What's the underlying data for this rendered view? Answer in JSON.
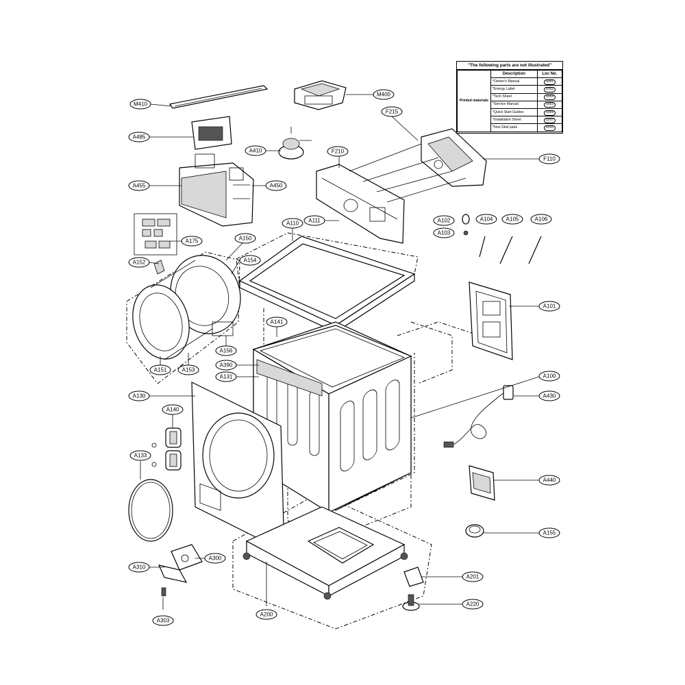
{
  "legend": {
    "title": "\"The following parts are not illustrated\"",
    "col_description": "Description",
    "col_loc": "Loc No.",
    "category": "Printed materials",
    "rows": [
      {
        "desc": "*Owner's Manual",
        "loc": "S001"
      },
      {
        "desc": "*Energy Label",
        "loc": "S002"
      },
      {
        "desc": "*Tech Sheet",
        "loc": "S003"
      },
      {
        "desc": "*Service Manual",
        "loc": "S004"
      },
      {
        "desc": "*Quick Start Guides",
        "loc": "S006"
      },
      {
        "desc": "*Installation Sheet",
        "loc": "S007"
      },
      {
        "desc": "*Non-Skid    pads",
        "loc": "S010"
      }
    ]
  },
  "callouts": {
    "M410": "M410",
    "M400": "M400",
    "A485": "A485",
    "A410": "A410",
    "F215": "F215",
    "F210": "F210",
    "F110": "F110",
    "A455": "A455",
    "A450": "A450",
    "A111": "A111",
    "A110": "A110",
    "A102": "A102",
    "A104": "A104",
    "A105": "A105",
    "A106": "A106",
    "A103": "A103",
    "A175": "A175",
    "A150": "A150",
    "A152": "A152",
    "A154": "A154",
    "A101": "A101",
    "A141": "A141",
    "A156": "A156",
    "A151": "A151",
    "A153": "A153",
    "A390": "A390",
    "A131": "A131",
    "A100": "A100",
    "A130": "A130",
    "A430": "A430",
    "A140": "A140",
    "A133": "A133",
    "A440": "A440",
    "A155": "A155",
    "A310": "A310",
    "A300": "A300",
    "A201": "A201",
    "A220": "A220",
    "A200": "A200",
    "A303": "A303"
  }
}
